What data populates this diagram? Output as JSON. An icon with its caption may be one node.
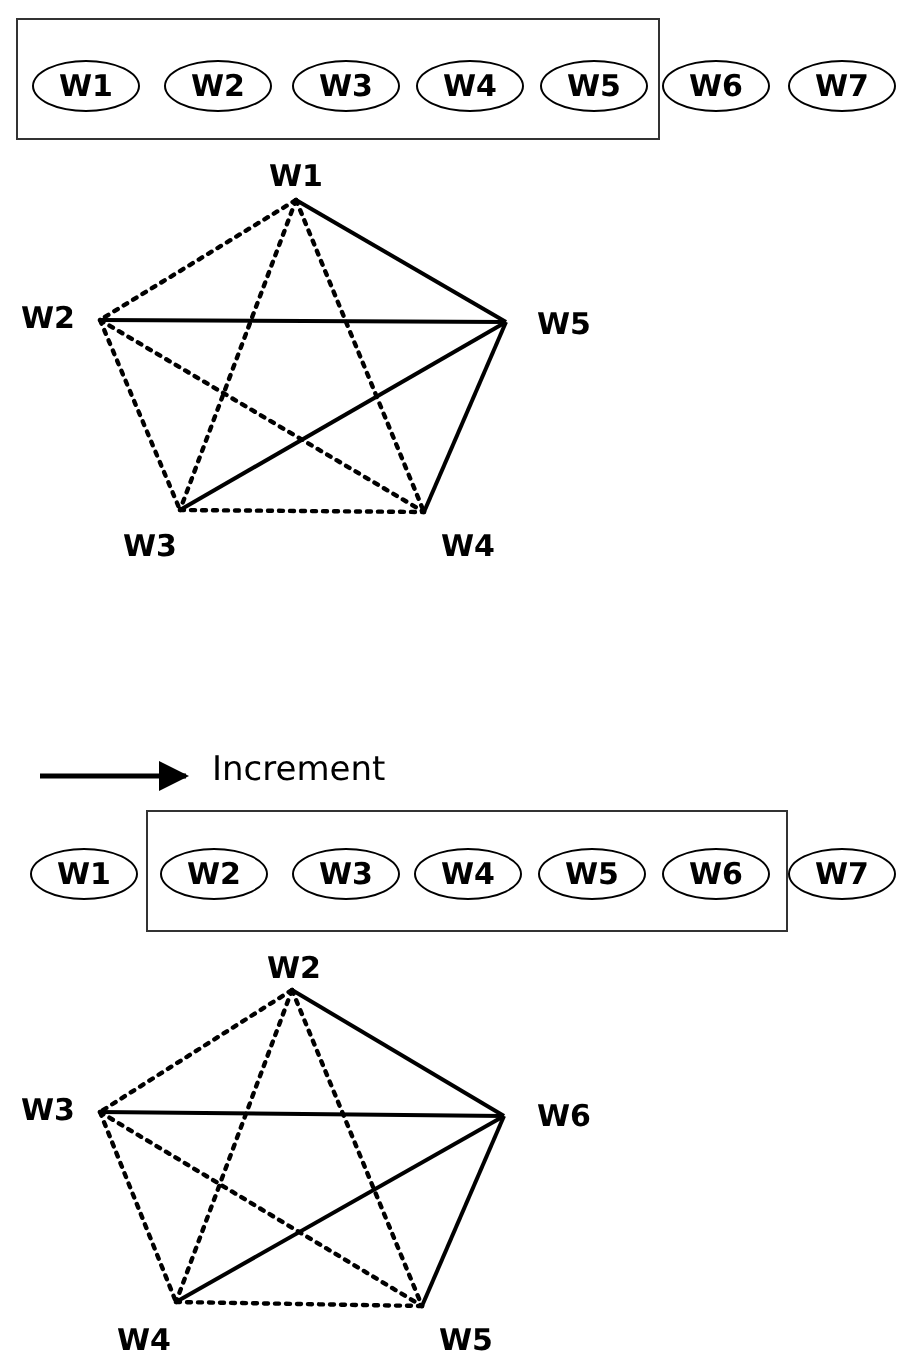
{
  "diagram": {
    "nodes": [
      {
        "text": [],
        "shape": "box"
      },
      {
        "text": [
          "W1"
        ],
        "in": 0
      },
      {
        "text": [
          "W2"
        ],
        "in": 0
      },
      {
        "text": [
          "W3"
        ],
        "in": 0
      },
      {
        "text": [
          "W4"
        ],
        "in": 0
      },
      {
        "text": [
          "W5"
        ],
        "in": 0
      },
      {
        "text": [
          "W6"
        ]
      },
      {
        "text": [
          "W7"
        ]
      },
      {
        "text": [
          "W1"
        ]
      },
      {
        "text": [
          "W2"
        ]
      },
      {
        "text": [
          "W5"
        ]
      },
      {
        "text": [
          "W3"
        ]
      },
      {
        "text": [
          "W4"
        ]
      },
      {
        "text": [
          "W1"
        ]
      },
      {
        "text": [],
        "shape": "box"
      },
      {
        "text": [
          "W2"
        ],
        "in": 14
      },
      {
        "text": [
          "W3"
        ],
        "in": 14
      },
      {
        "text": [
          "W4"
        ],
        "in": 14
      },
      {
        "text": [
          "W5"
        ],
        "in": 14
      },
      {
        "text": [
          "W6"
        ],
        "in": 14
      },
      {
        "text": [
          "W7"
        ]
      },
      {
        "text": [
          "W2"
        ]
      },
      {
        "text": [
          "W3"
        ]
      },
      {
        "text": [
          "W6"
        ]
      },
      {
        "text": [
          "W4"
        ]
      },
      {
        "text": [
          "W5"
        ]
      }
    ],
    "edges": [
      {
        "from": 8,
        "to": 10,
        "arrow": "none"
      },
      {
        "from": 9,
        "to": 10,
        "arrow": "none"
      },
      {
        "from": 11,
        "to": 10,
        "arrow": "none"
      },
      {
        "from": 12,
        "to": 10,
        "arrow": "none"
      },
      {
        "from": 8,
        "to": 9,
        "arrow": "none",
        "style": "dashed"
      },
      {
        "from": 8,
        "to": 11,
        "arrow": "none",
        "style": "dashed"
      },
      {
        "from": 8,
        "to": 12,
        "arrow": "none",
        "style": "dashed"
      },
      {
        "from": 9,
        "to": 11,
        "arrow": "none",
        "style": "dashed"
      },
      {
        "from": 9,
        "to": 12,
        "arrow": "none",
        "style": "dashed"
      },
      {
        "from": 11,
        "to": 12,
        "arrow": "none",
        "style": "dashed"
      },
      {
        "from": 21,
        "to": 23,
        "arrow": "none"
      },
      {
        "from": 22,
        "to": 23,
        "arrow": "none"
      },
      {
        "from": 24,
        "to": 23,
        "arrow": "none"
      },
      {
        "from": 25,
        "to": 23,
        "arrow": "none"
      },
      {
        "from": 21,
        "to": 22,
        "arrow": "none",
        "style": "dashed"
      },
      {
        "from": 21,
        "to": 24,
        "arrow": "none",
        "style": "dashed"
      },
      {
        "from": 21,
        "to": 25,
        "arrow": "none",
        "style": "dashed"
      },
      {
        "from": 22,
        "to": 24,
        "arrow": "none",
        "style": "dashed"
      },
      {
        "from": 22,
        "to": 25,
        "arrow": "none",
        "style": "dashed"
      },
      {
        "from": 24,
        "to": 25,
        "arrow": "none",
        "style": "dashed"
      }
    ],
    "labels": [
      "Increment"
    ]
  }
}
